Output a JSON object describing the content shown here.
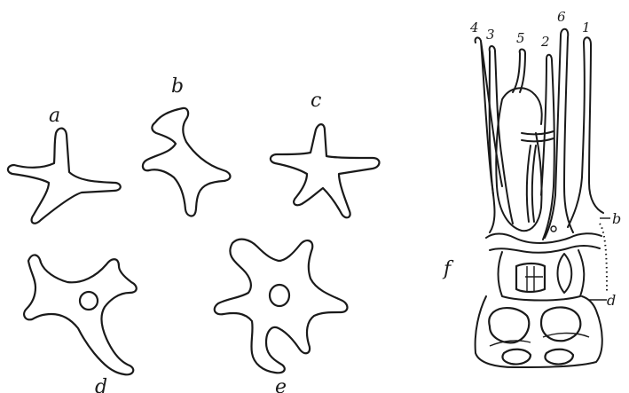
{
  "figure": {
    "labels": {
      "a": "a",
      "b": "b",
      "c": "c",
      "d": "d",
      "e": "e",
      "f": "f"
    },
    "arm_numbers": [
      "4",
      "3",
      "5",
      "2",
      "6",
      "1"
    ],
    "side_marks": {
      "upper": "b",
      "lower": "d"
    }
  }
}
